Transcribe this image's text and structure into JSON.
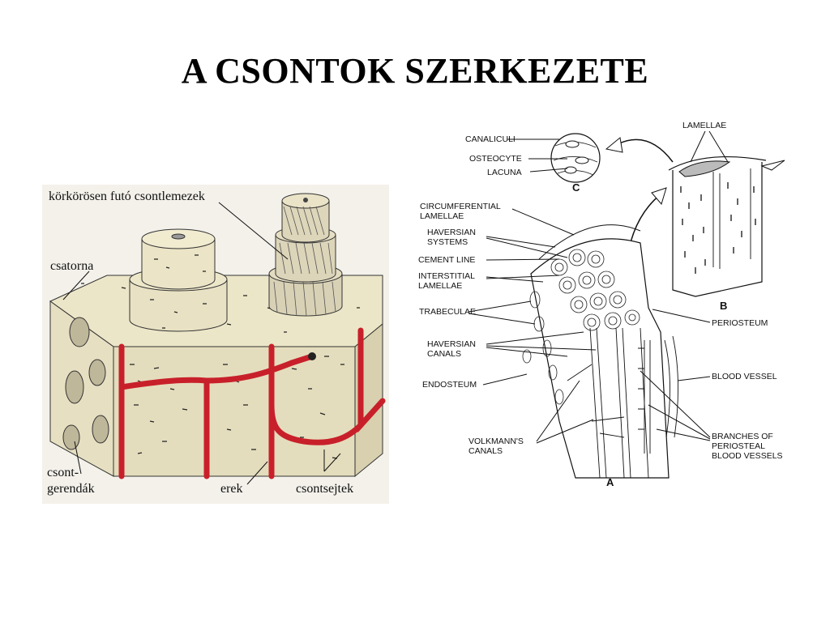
{
  "title": "A CSONTOK SZERKEZETE",
  "left_diagram": {
    "labels": {
      "lamellae": "körkörösen futó csontlemezek",
      "canal": "csatorna",
      "trabeculae_line1": "csont-",
      "trabeculae_line2": "gerendák",
      "vessels": "erek",
      "bone_cells": "csontsejtek"
    },
    "colors": {
      "vessel": "#c8202a",
      "bone": "#ece6c8"
    }
  },
  "right_diagram": {
    "labels": {
      "canaliculi": "CANALICULI",
      "osteocyte": "OSTEOCYTE",
      "lacuna": "LACUNA",
      "panel_c": "C",
      "lamellae": "LAMELLAE",
      "circumferential_1": "CIRCUMFERENTIAL",
      "circumferential_2": "LAMELLAE",
      "haversian_systems_1": "HAVERSIAN",
      "haversian_systems_2": "SYSTEMS",
      "cement_line": "CEMENT LINE",
      "interstitial_1": "INTERSTITIAL",
      "interstitial_2": "LAMELLAE",
      "trabeculae": "TRABECULAE",
      "haversian_canals_1": "HAVERSIAN",
      "haversian_canals_2": "CANALS",
      "endosteum": "ENDOSTEUM",
      "volkmann_1": "VOLKMANN'S",
      "volkmann_2": "CANALS",
      "panel_b": "B",
      "periosteum": "PERIOSTEUM",
      "blood_vessel": "BLOOD VESSEL",
      "branches_1": "BRANCHES OF",
      "branches_2": "PERIOSTEAL",
      "branches_3": "BLOOD VESSELS",
      "panel_a": "A"
    }
  }
}
